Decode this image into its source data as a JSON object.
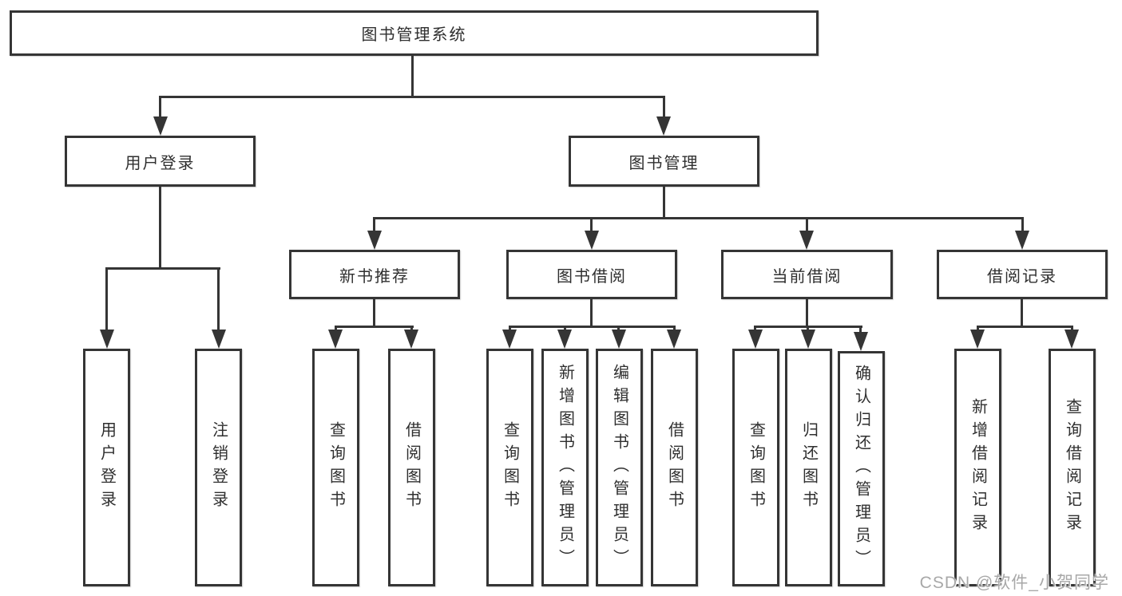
{
  "colors": {
    "line": "#353535",
    "text": "#2f2f2f",
    "watermark": "#a8a8a8",
    "background": "#ffffff"
  },
  "watermark": "CSDN @软件_小贺同学",
  "tree": {
    "root": "图书管理系统",
    "branches": [
      {
        "label": "用户登录",
        "leaves": [
          "用户登录",
          "注销登录"
        ]
      },
      {
        "label": "图书管理",
        "children": [
          {
            "label": "新书推荐",
            "leaves": [
              "查询图书",
              "借阅图书"
            ]
          },
          {
            "label": "图书借阅",
            "leaves": [
              "查询图书",
              "新增图书（管理员）",
              "编辑图书（管理员）",
              "借阅图书"
            ]
          },
          {
            "label": "当前借阅",
            "leaves": [
              "查询图书",
              "归还图书",
              "确认归还（管理员）"
            ]
          },
          {
            "label": "借阅记录",
            "leaves": [
              "新增借阅记录",
              "查询借阅记录"
            ]
          }
        ]
      }
    ]
  }
}
